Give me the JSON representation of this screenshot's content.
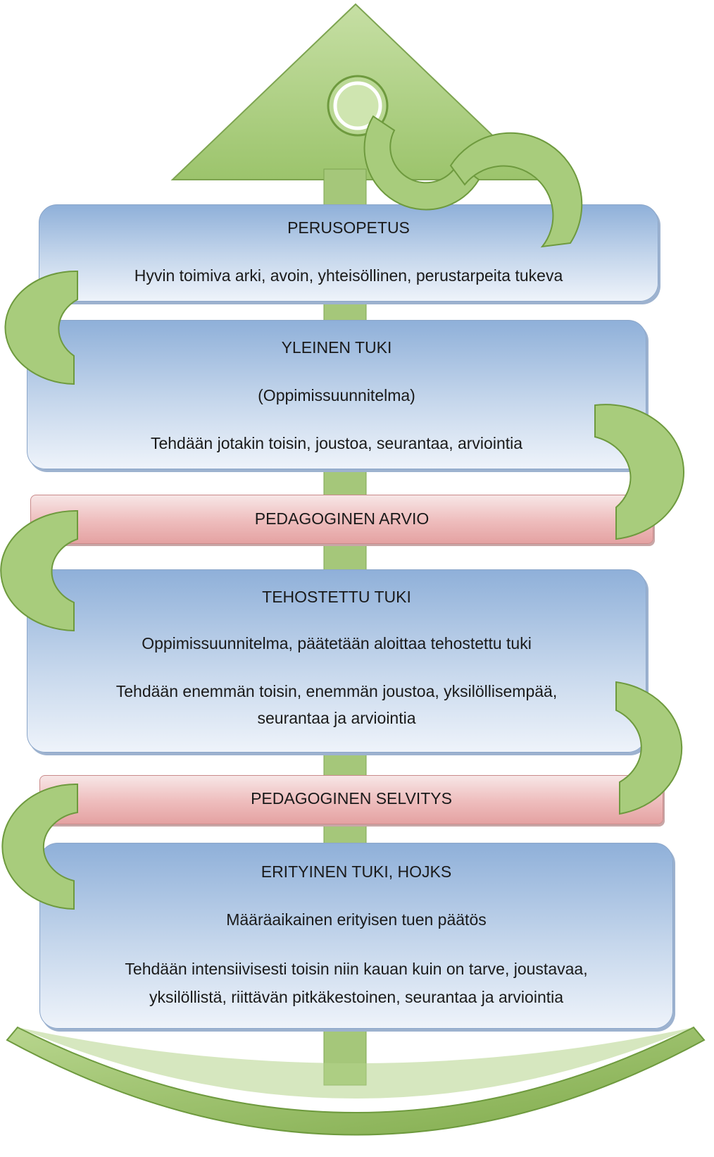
{
  "levels": [
    {
      "title": "PERUSOPETUS",
      "lines": [
        "Hyvin toimiva arki, avoin, yhteisöllinen, perustarpeita tukeva"
      ]
    },
    {
      "title": "YLEINEN TUKI",
      "lines": [
        "(Oppimissuunnitelma)",
        "Tehdään jotakin toisin, joustoa, seurantaa, arviointia"
      ]
    },
    {
      "band": "PEDAGOGINEN ARVIO"
    },
    {
      "title": "TEHOSTETTU TUKI",
      "lines": [
        "Oppimissuunnitelma, päätetään aloittaa tehostettu tuki",
        "Tehdään enemmän toisin, enemmän joustoa, yksilöllisempää,",
        "seurantaa ja arviointia"
      ]
    },
    {
      "band": "PEDAGOGINEN SELVITYS"
    },
    {
      "title": "ERITYINEN TUKI, HOJKS",
      "lines": [
        "Määräaikainen erityisen tuen päätös",
        "Tehdään intensiivisesti toisin niin kauan kuin on tarve, joustavaa,",
        "yksilöllistä, riittävän pitkäkestoinen, seurantaa ja arviointia"
      ]
    }
  ],
  "colors": {
    "green": "#9bc46a",
    "green_dark": "#6e9a3e",
    "blue": "#aac3e3",
    "pink": "#eebcbc"
  }
}
